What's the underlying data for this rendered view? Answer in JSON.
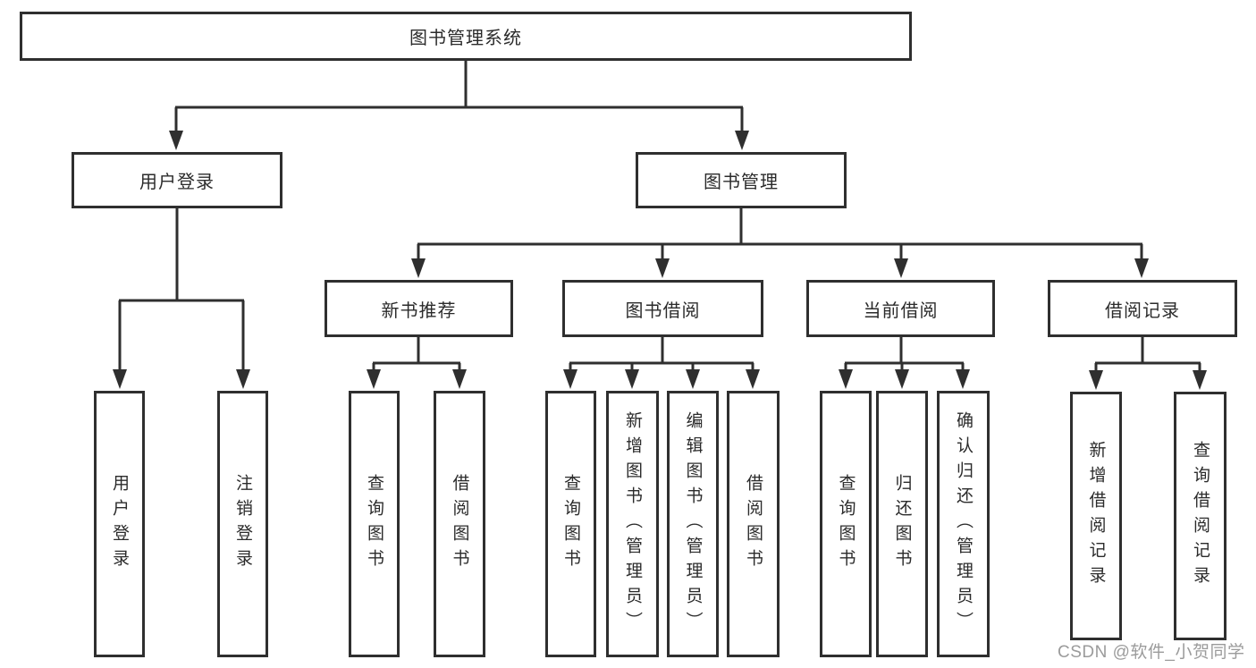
{
  "diagram": {
    "root": {
      "label": "图书管理系统"
    },
    "level2": {
      "user_login": {
        "label": "用户登录"
      },
      "book_management": {
        "label": "图书管理"
      }
    },
    "level3": {
      "new_book_recommend": {
        "label": "新书推荐"
      },
      "book_borrowing": {
        "label": "图书借阅"
      },
      "current_borrowing": {
        "label": "当前借阅"
      },
      "borrowing_records": {
        "label": "借阅记录"
      }
    },
    "leaves": {
      "user_login_leaf": {
        "label": "用户登录"
      },
      "logout_leaf": {
        "label": "注销登录"
      },
      "query_books_recommend": {
        "label": "查询图书"
      },
      "borrow_books_recommend": {
        "label": "借阅图书"
      },
      "query_books_borrowing": {
        "label": "查询图书"
      },
      "add_books_admin": {
        "label": "新增图书（管理员）"
      },
      "edit_books_admin": {
        "label": "编辑图书（管理员）"
      },
      "borrow_books_borrowing": {
        "label": "借阅图书"
      },
      "query_books_current": {
        "label": "查询图书"
      },
      "return_books": {
        "label": "归还图书"
      },
      "confirm_return_admin": {
        "label": "确认归还（管理员）"
      },
      "add_borrow_record": {
        "label": "新增借阅记录"
      },
      "query_borrow_record": {
        "label": "查询借阅记录"
      }
    }
  },
  "colors": {
    "line": "#2f2f2f",
    "box_border": "#2f2f2f",
    "text": "#2b2b2b",
    "background": "#ffffff",
    "watermark": "#9b9b9b"
  },
  "watermark": {
    "text": "CSDN @软件_小贺同学"
  }
}
